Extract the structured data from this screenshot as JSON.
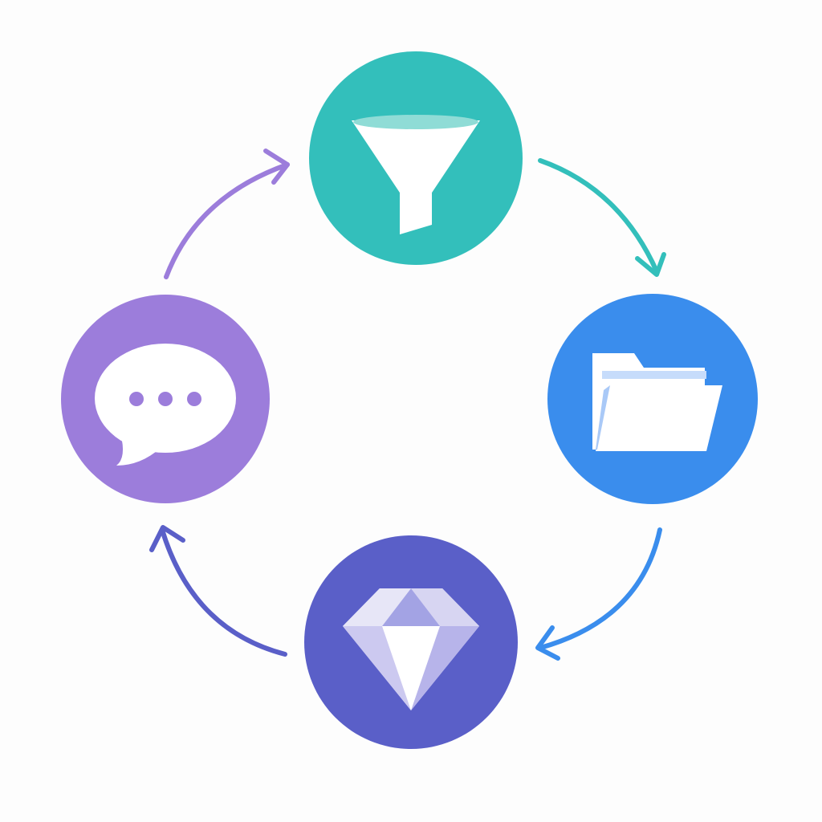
{
  "diagram": {
    "type": "cycle",
    "direction": "clockwise",
    "background": "#fdfdfd",
    "nodes": [
      {
        "id": "filter",
        "icon": "funnel-icon",
        "color": "#33bfbb",
        "position": "top"
      },
      {
        "id": "folder",
        "icon": "folder-icon",
        "color": "#3a8ded",
        "position": "right"
      },
      {
        "id": "diamond",
        "icon": "diamond-icon",
        "color": "#5a5fc8",
        "position": "bottom"
      },
      {
        "id": "chat",
        "icon": "chat-bubble-icon",
        "color": "#9c7ddb",
        "position": "left"
      }
    ],
    "edges": [
      {
        "from": "filter",
        "to": "folder",
        "color": "#33bfbb"
      },
      {
        "from": "folder",
        "to": "diamond",
        "color": "#3a8ded"
      },
      {
        "from": "diamond",
        "to": "chat",
        "color": "#5a5fc8"
      },
      {
        "from": "chat",
        "to": "filter",
        "color": "#9c7ddb"
      }
    ]
  }
}
